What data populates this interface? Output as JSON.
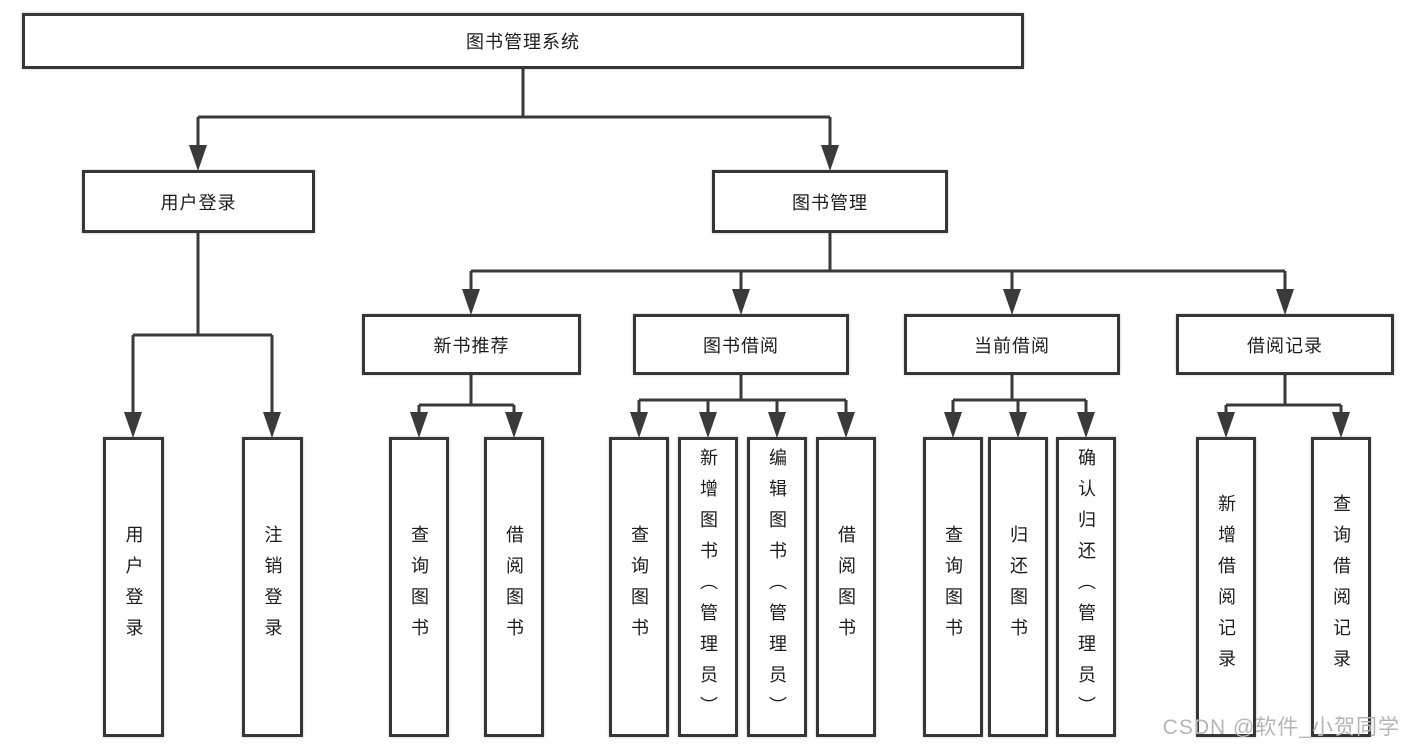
{
  "diagram": {
    "root": "图书管理系统",
    "branches": [
      {
        "label": "用户登录",
        "children": [
          {
            "label": "用户登录"
          },
          {
            "label": "注销登录"
          }
        ]
      },
      {
        "label": "图书管理",
        "children": [
          {
            "label": "新书推荐",
            "children": [
              {
                "label": "查询图书"
              },
              {
                "label": "借阅图书"
              }
            ]
          },
          {
            "label": "图书借阅",
            "children": [
              {
                "label": "查询图书"
              },
              {
                "label": "新增图书（管理员）"
              },
              {
                "label": "编辑图书（管理员）"
              },
              {
                "label": "借阅图书"
              }
            ]
          },
          {
            "label": "当前借阅",
            "children": [
              {
                "label": "查询图书"
              },
              {
                "label": "归还图书"
              },
              {
                "label": "确认归还（管理员）"
              }
            ]
          },
          {
            "label": "借阅记录",
            "children": [
              {
                "label": "新增借阅记录"
              },
              {
                "label": "查询借阅记录"
              }
            ]
          }
        ]
      }
    ]
  },
  "watermark": {
    "text": "CSDN @软件_小贺同学",
    "color": "#b5b5b5"
  },
  "colors": {
    "line": "#3a3a3a",
    "box_border": "#363636",
    "box_fill": "#ffffff",
    "text": "#1c1c1c",
    "background": "#ffffff"
  }
}
